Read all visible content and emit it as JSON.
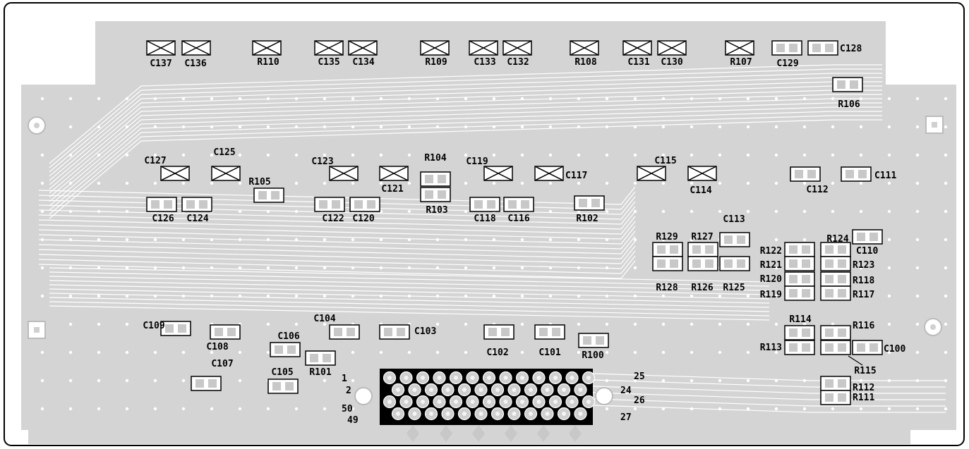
{
  "pads_x": [
    {
      "label": "C137",
      "side": "below"
    },
    {
      "label": "C136",
      "side": "below"
    },
    {
      "label": "R110",
      "side": "below"
    },
    {
      "label": "C135",
      "side": "below"
    },
    {
      "label": "C134",
      "side": "below"
    },
    {
      "label": "R109",
      "side": "below"
    },
    {
      "label": "C133",
      "side": "below"
    },
    {
      "label": "C132",
      "side": "below"
    },
    {
      "label": "R108",
      "side": "below"
    },
    {
      "label": "C131",
      "side": "below"
    },
    {
      "label": "C130",
      "side": "below"
    },
    {
      "label": "R107",
      "side": "below"
    },
    {
      "label": "C127",
      "side": "above"
    },
    {
      "label": "C125",
      "side": "above"
    },
    {
      "label": "C123",
      "side": "above"
    },
    {
      "label": "C121",
      "side": "below"
    },
    {
      "label": "C119",
      "side": "above"
    },
    {
      "label": "C117",
      "side": "right"
    },
    {
      "label": "C115",
      "side": "above"
    },
    {
      "label": "C114",
      "side": "below"
    }
  ],
  "pads_2": [
    {
      "label": "C129"
    },
    {
      "label": "C128"
    },
    {
      "label": "R106"
    },
    {
      "label": "C126"
    },
    {
      "label": "C124"
    },
    {
      "label": "R105"
    },
    {
      "label": "C122"
    },
    {
      "label": "C120"
    },
    {
      "label": "R104"
    },
    {
      "label": "R103"
    },
    {
      "label": "C118"
    },
    {
      "label": "C116"
    },
    {
      "label": "R102"
    },
    {
      "label": "C112"
    },
    {
      "label": "C111"
    },
    {
      "label": "C113"
    },
    {
      "label": "R129"
    },
    {
      "label": "R127"
    },
    {
      "label": "R128"
    },
    {
      "label": "R126"
    },
    {
      "label": "R125"
    },
    {
      "label": "R124"
    },
    {
      "label": "C110"
    },
    {
      "label": "R122"
    },
    {
      "label": "R121"
    },
    {
      "label": "R123"
    },
    {
      "label": "R120"
    },
    {
      "label": "R119"
    },
    {
      "label": "R118"
    },
    {
      "label": "R117"
    },
    {
      "label": "C109"
    },
    {
      "label": "C108"
    },
    {
      "label": "C106"
    },
    {
      "label": "C107"
    },
    {
      "label": "C105"
    },
    {
      "label": "C104"
    },
    {
      "label": "R101"
    },
    {
      "label": "C103"
    },
    {
      "label": "C102"
    },
    {
      "label": "C101"
    },
    {
      "label": "R100"
    },
    {
      "label": "R114"
    },
    {
      "label": "R116"
    },
    {
      "label": "R113"
    },
    {
      "label": "C100"
    },
    {
      "label": "R115"
    },
    {
      "label": "R112"
    },
    {
      "label": "R111"
    }
  ],
  "connector": {
    "pin_labels": [
      "1",
      "2",
      "50",
      "49",
      "25",
      "24",
      "26",
      "27"
    ]
  },
  "colors": {
    "copper": "#d0d0d0",
    "trace": "#bcbcbc",
    "outline": "#000000",
    "connector": "#000000"
  }
}
